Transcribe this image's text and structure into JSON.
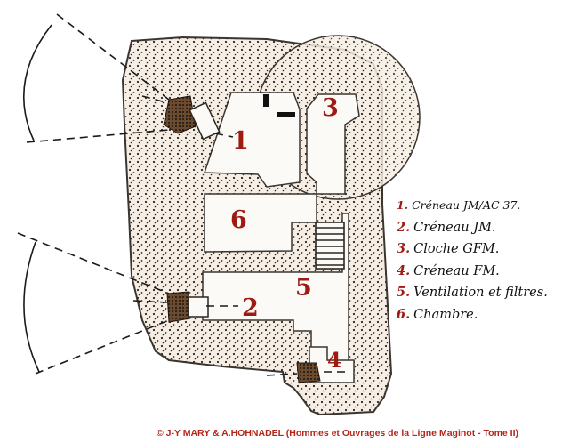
{
  "diagram": {
    "numbers": [
      "1",
      "2",
      "3",
      "4",
      "5",
      "6"
    ],
    "legend": [
      {
        "num": "1.",
        "text": "Créneau JM/AC 37."
      },
      {
        "num": "2.",
        "text": "Créneau JM."
      },
      {
        "num": "3.",
        "text": "Cloche GFM."
      },
      {
        "num": "4.",
        "text": "Créneau FM."
      },
      {
        "num": "5.",
        "text": "Ventilation et filtres."
      },
      {
        "num": "6.",
        "text": "Chambre."
      }
    ],
    "credit": "© J-Y MARY & A.HOHNADEL (Hommes et Ouvrages de la Ligne Maginot - Tome II)",
    "colors": {
      "concrete": "#f6eee4",
      "stipple": "#2a2622",
      "outline": "#3a3530",
      "labels": "#9e1b12",
      "credit": "#b4251a"
    }
  }
}
